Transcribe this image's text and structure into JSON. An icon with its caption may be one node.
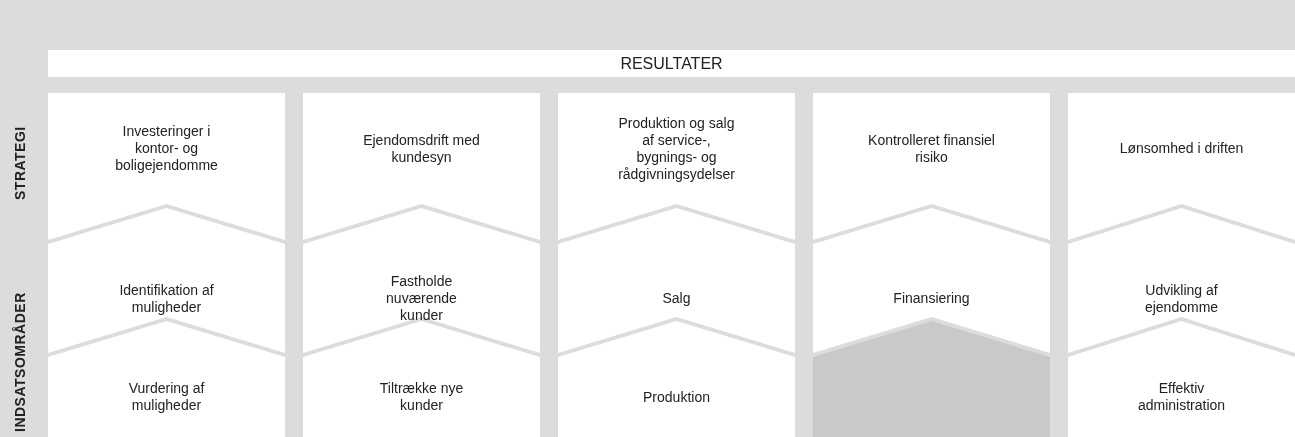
{
  "diagram": {
    "nodes": [
      {
        "text": [
          "RESULTATER"
        ]
      },
      {
        "text": [
          "Investeringer i kontor- og boligejendomme"
        ]
      },
      {
        "text": [
          "Ejendomsdrift med kundesyn"
        ]
      },
      {
        "text": [
          "Produktion og salg af service-, bygnings- og rådgivningsydelser"
        ]
      },
      {
        "text": [
          "Kontrolleret finansiel risiko"
        ]
      },
      {
        "text": [
          "Lønsomhed i driften"
        ]
      },
      {
        "text": [
          "Identifikation af muligheder"
        ]
      },
      {
        "text": [
          "Fastholde nuværende kunder"
        ]
      },
      {
        "text": [
          "Salg"
        ]
      },
      {
        "text": [
          "Finansiering"
        ]
      },
      {
        "text": [
          "Udvikling af ejendomme"
        ]
      },
      {
        "text": [
          "Vurdering af muligheder"
        ]
      },
      {
        "text": [
          "Tiltrække nye kunder"
        ]
      },
      {
        "text": [
          "Produktion"
        ]
      },
      {
        "text": [],
        "shape": "chevron"
      },
      {
        "text": [
          "Effektiv administration"
        ]
      }
    ],
    "labels": [
      "STRATEGI",
      "INDSATSOMRÅDER"
    ]
  }
}
